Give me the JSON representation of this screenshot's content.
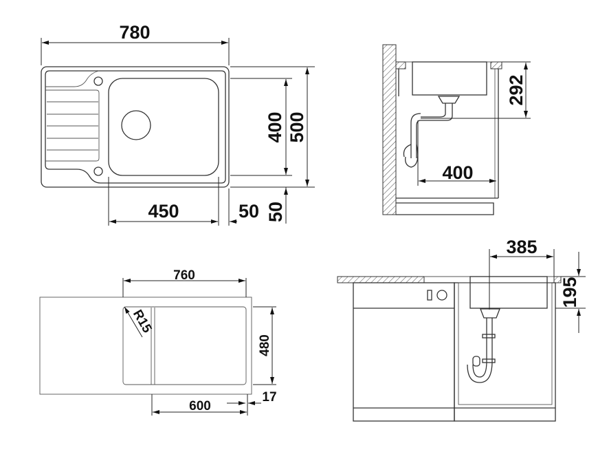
{
  "top_view": {
    "overall_width": "780",
    "bowl_length": "400",
    "overall_depth": "500",
    "bowl_width": "450",
    "right_margin": "50",
    "bottom_margin": "50"
  },
  "side_view": {
    "height": "292",
    "wall_distance": "400"
  },
  "cutout_view": {
    "width": "760",
    "corner_radius": "R15",
    "depth": "480",
    "bowl_offset": "600",
    "rim": "17"
  },
  "front_view": {
    "bowl_width": "385",
    "bowl_depth": "195"
  }
}
